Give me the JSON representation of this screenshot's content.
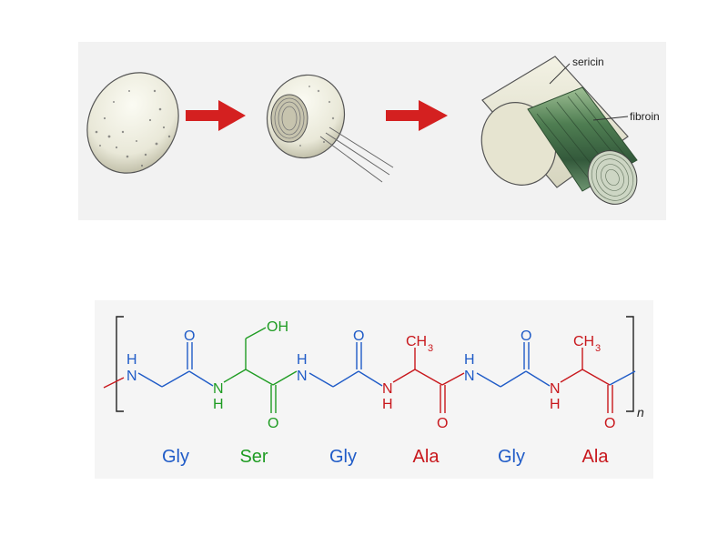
{
  "cocoon_stages": {
    "labels": {
      "sericin": "sericin",
      "fibroin": "fibroin"
    },
    "icons": [
      "cocoon-icon",
      "unwinding-cocoon-icon",
      "fiber-cross-section-icon",
      "arrow-right-icon"
    ]
  },
  "peptide": {
    "repeat_subscript": "n",
    "atoms": {
      "nh": "NH",
      "h": "H",
      "n": "N",
      "o": "O",
      "oh": "OH",
      "ch": "CH",
      "sub3": "3"
    },
    "residues": [
      {
        "name": "Gly"
      },
      {
        "name": "Ser"
      },
      {
        "name": "Gly"
      },
      {
        "name": "Ala"
      },
      {
        "name": "Gly"
      },
      {
        "name": "Ala"
      }
    ]
  },
  "colors": {
    "gly": "#1f5bc7",
    "ser": "#1f9c23",
    "ala": "#c8171c",
    "bond_end_left": "#c8171c",
    "arrow": "#d42020",
    "bracket": "#222222"
  }
}
